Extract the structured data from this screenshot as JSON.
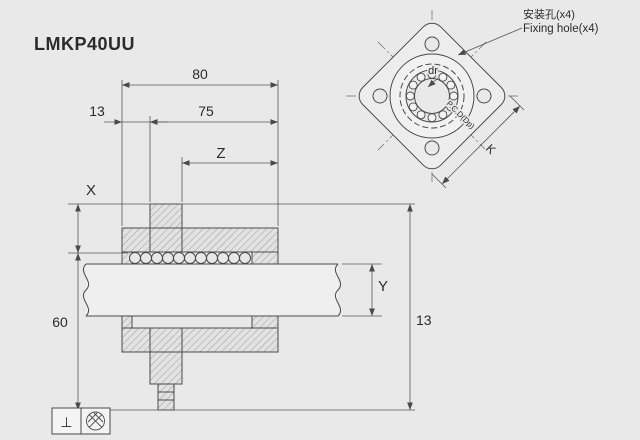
{
  "title": "LMKP40UU",
  "colors": {
    "background": "#e9e9e9",
    "line": "#4a4a4a"
  },
  "side_view": {
    "dim_total_length": "80",
    "dim_flange_offset": "13",
    "dim_body_length": "75",
    "dim_z": "Z",
    "dim_x": "X",
    "dim_y": "Y",
    "dim_height": "60",
    "dim_right": "13"
  },
  "flange_view": {
    "fixing_hole_label_cn": "安装孔(x4)",
    "fixing_hole_label_en": "Fixing hole(x4)",
    "bore_diameter_label": "dr",
    "pitch_circle_label": "P.C.D(Dp)",
    "flange_width_label": "K"
  },
  "tolerance_box": {
    "perpendicularity_symbol": "⊥"
  }
}
